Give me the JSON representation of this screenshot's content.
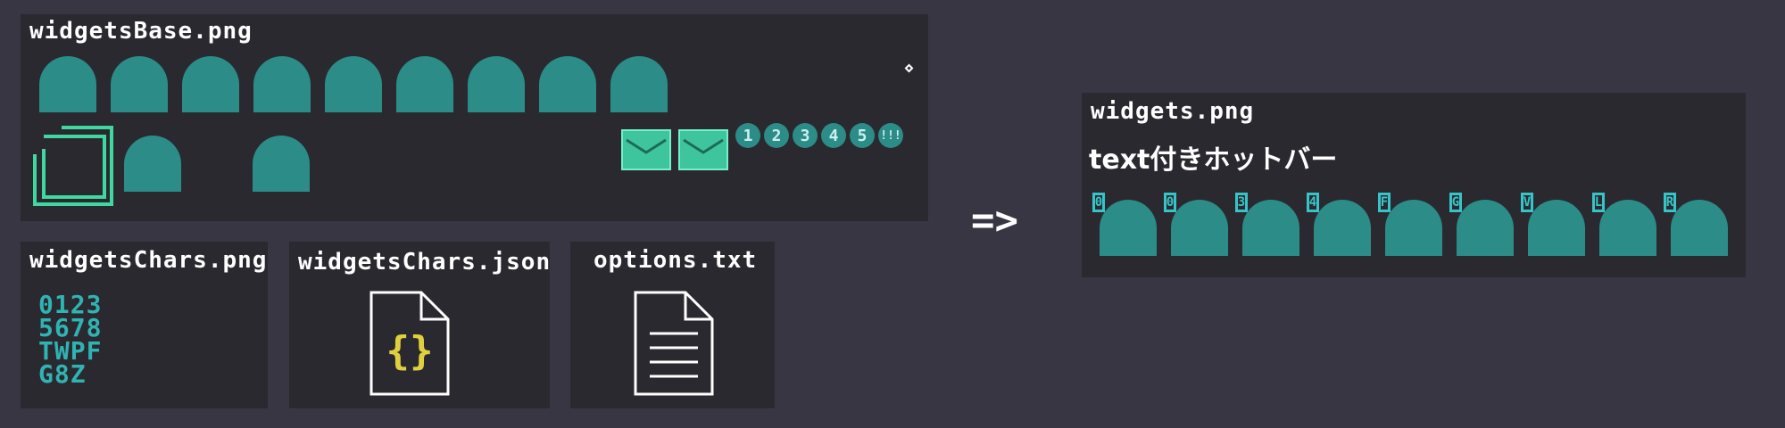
{
  "panels": {
    "widgets_base": {
      "title": "widgetsBase.png"
    },
    "widgets_chars": {
      "title": "widgetsChars.png",
      "chars_rows": [
        "0123",
        "5678",
        "TWPF",
        "G8Z"
      ]
    },
    "widgets_chars_json": {
      "title": "widgetsChars.json",
      "icon": "json-file-icon"
    },
    "options_txt": {
      "title": "options.txt",
      "icon": "text-file-icon"
    },
    "widgets": {
      "title": "widgets.png",
      "subtitle": "text付きホットバー",
      "hotkeys": [
        "0",
        "0",
        "3",
        "4",
        "F",
        "G",
        "V",
        "L",
        "R"
      ]
    }
  },
  "badges": [
    "1",
    "2",
    "3",
    "4",
    "5",
    "!!!"
  ],
  "arrow": "=>",
  "colors": {
    "background": "#383643",
    "panel": "#2a292f",
    "slot": "#2b8c88",
    "accent_green": "#3fc59e",
    "cyan": "#36c4c8",
    "json_yellow": "#e0d040"
  }
}
